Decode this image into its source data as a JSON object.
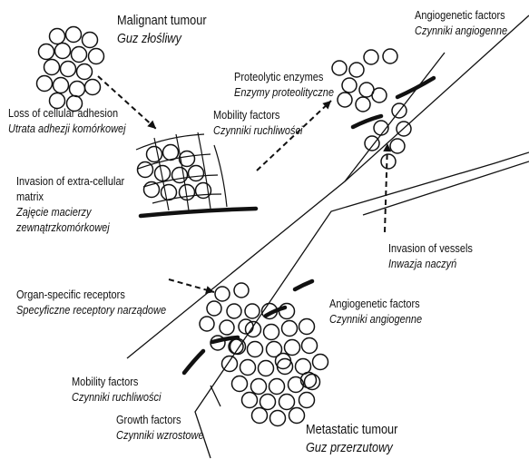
{
  "colors": {
    "ink": "#111111",
    "background": "#ffffff"
  },
  "labels": {
    "malignant_tumour": {
      "en": "Malignant tumour",
      "pl": "Guz złośliwy"
    },
    "loss_adhesion": {
      "en": "Loss of cellular adhesion",
      "pl": "Utrata adhezji komórkowej"
    },
    "invasion_ecm": {
      "en1": "Invasion of extra-cellular",
      "en2": "matrix",
      "pl1": "Zajęcie macierzy",
      "pl2": "zewnątrzkomórkowej"
    },
    "proteolytic": {
      "en": "Proteolytic enzymes",
      "pl": "Enzymy proteolityczne"
    },
    "mobility_top": {
      "en": "Mobility factors",
      "pl": "Czynniki ruchliwości"
    },
    "angio_top": {
      "en": "Angiogenetic factors",
      "pl": "Czynniki angiogenne"
    },
    "invasion_vessels": {
      "en": "Invasion of vessels",
      "pl": "Inwazja naczyń"
    },
    "organ_specific": {
      "en": "Organ-specific receptors",
      "pl": "Specyficzne receptory narządowe"
    },
    "angio_bottom": {
      "en": "Angiogenetic factors",
      "pl": "Czynniki angiogenne"
    },
    "mobility_bottom": {
      "en": "Mobility factors",
      "pl": "Czynniki ruchliwości"
    },
    "growth": {
      "en": "Growth factors",
      "pl": "Czynniki wzrostowe"
    },
    "metastatic_tumour": {
      "en": "Metastatic tumour",
      "pl": "Guz przerzutowy"
    }
  }
}
